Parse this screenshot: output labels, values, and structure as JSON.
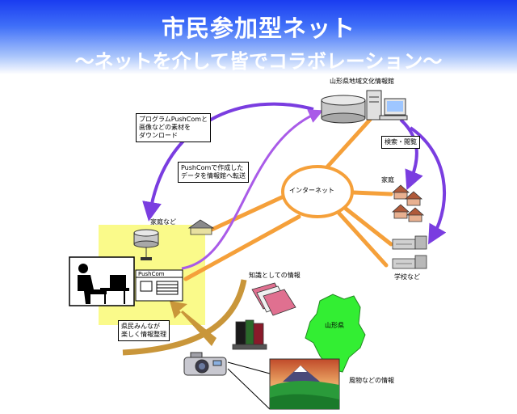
{
  "title": "市民参加型ネット",
  "subtitle": "〜ネットを介して皆でコラボレーション〜",
  "colors": {
    "header_top": "#1a3cf0",
    "network": "#f5a03a",
    "purple": "#7a3de0",
    "violet": "#a95be8",
    "highlight": "#fafa8a",
    "brown_arrow": "#c9963a",
    "yamagata": "#33ee33"
  },
  "icons": {
    "server": "server-icon",
    "computer": "computer-icon",
    "houses": "houses-icon",
    "schools": "school-buildings-icon",
    "person": "person-at-computer-icon",
    "books": "books-icon",
    "camera": "camera-icon",
    "landscape": "landscape-photo-icon",
    "map": "yamagata-map-icon"
  },
  "labels": {
    "library": "山形県地域文化情報館",
    "internet": "インターネット",
    "search": "検索・閲覧",
    "home_right": "家庭",
    "school": "学校など",
    "home_left": "家庭など",
    "pushcom": "PushCom",
    "download": [
      "プログラムPushComと",
      "画像などの素材を",
      "ダウンロード"
    ],
    "transfer": [
      "PushComで作成した",
      "データを情報館へ転送"
    ],
    "knowledge": "知識としての情報",
    "citizens": [
      "県民みんなが",
      "楽しく情報整理"
    ],
    "yamagata": "山形県",
    "scenery": "風物などの情報"
  }
}
